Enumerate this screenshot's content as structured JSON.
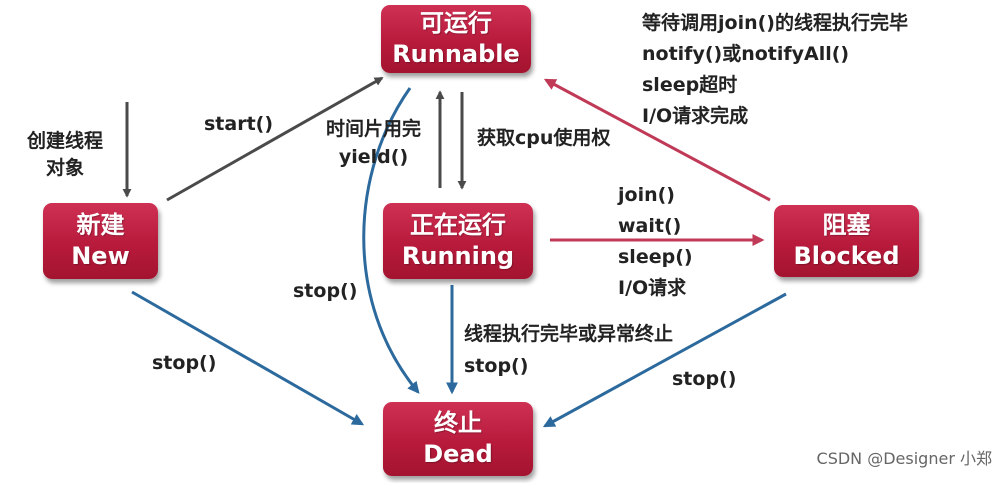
{
  "colors": {
    "state_fill": "#b81a3c",
    "arrow_dark": "#4a4a4a",
    "arrow_red": "#c03a58",
    "arrow_blue": "#2c6a9e"
  },
  "states": {
    "runnable": {
      "cn": "可运行",
      "en": "Runnable"
    },
    "new": {
      "cn": "新建",
      "en": "New"
    },
    "running": {
      "cn": "正在运行",
      "en": "Running"
    },
    "blocked": {
      "cn": "阻塞",
      "en": "Blocked"
    },
    "dead": {
      "cn": "终止",
      "en": "Dead"
    }
  },
  "labels": {
    "create_line1": "创建线程",
    "create_line2": "对象",
    "start": "start()",
    "timeslice": "时间片用完",
    "yield": "yield()",
    "get_cpu": "获取cpu使用权",
    "unblock": [
      "等待调用join()的线程执行完毕",
      "notify()或notifyAll()",
      "sleep超时",
      "I/O请求完成"
    ],
    "block": [
      "join()",
      "wait()",
      "sleep()",
      "I/O请求"
    ],
    "stop_runnable": "stop()",
    "stop_new": "stop()",
    "finish_line1": "线程执行完毕或异常终止",
    "finish_line2": "stop()",
    "stop_blocked": "stop()"
  },
  "watermark": "CSDN @Designer 小郑"
}
